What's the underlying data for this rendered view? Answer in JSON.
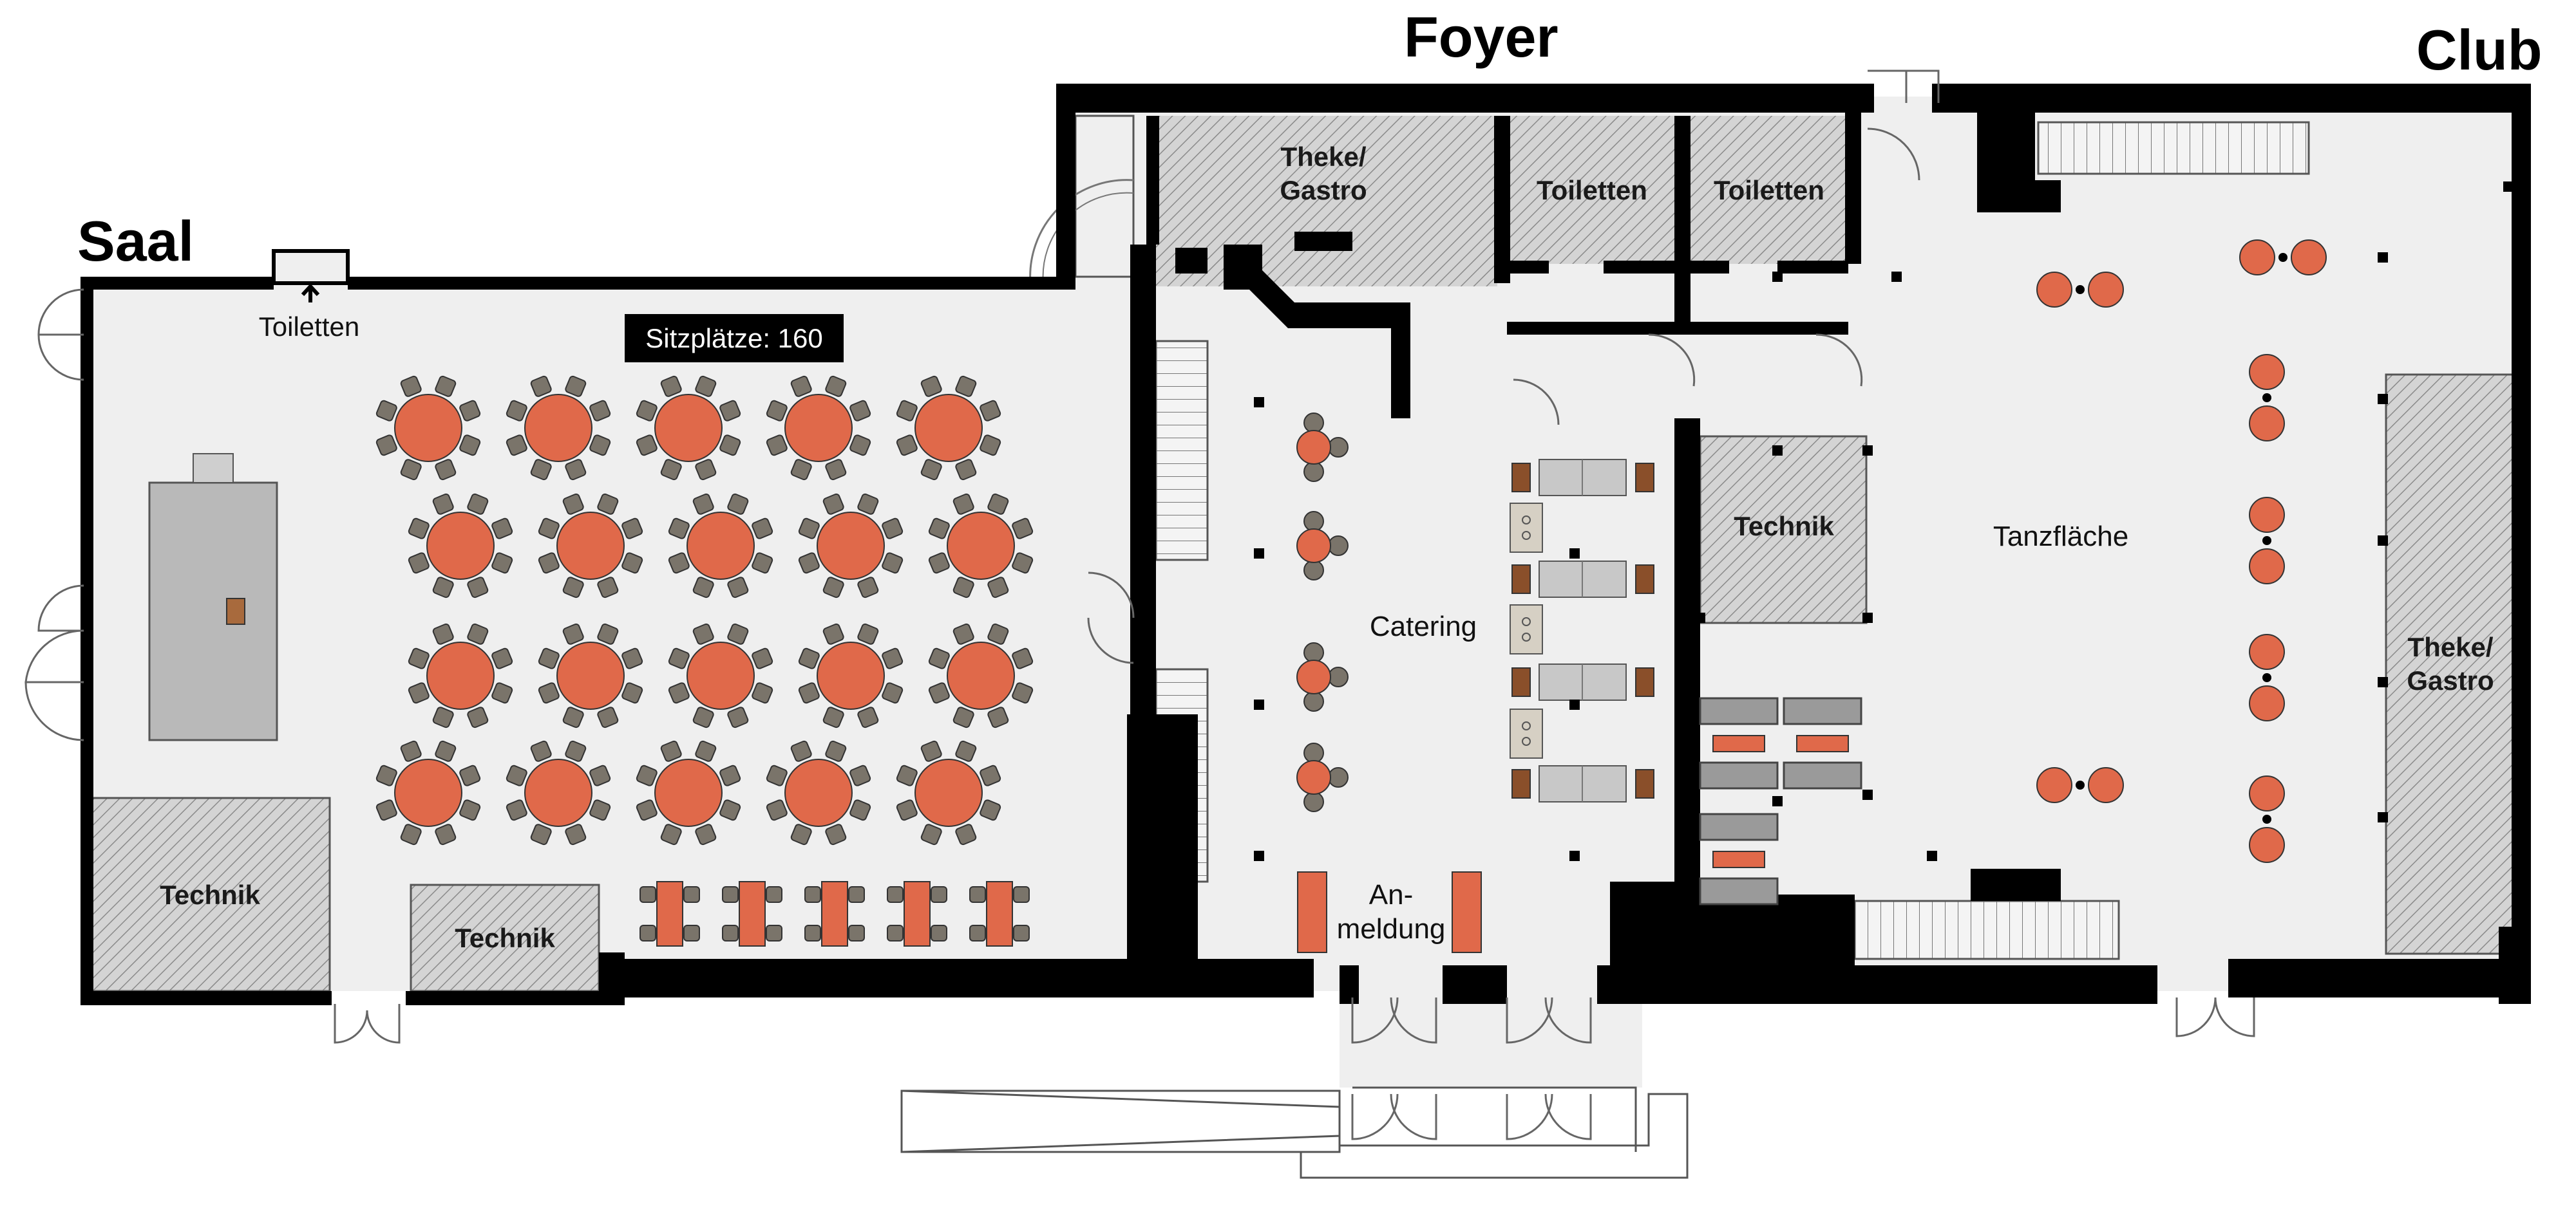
{
  "titles": {
    "saal": "Saal",
    "foyer": "Foyer",
    "club": "Club"
  },
  "labels": {
    "toiletten_saal": "Toiletten",
    "toiletten_1": "Toiletten",
    "toiletten_2": "Toiletten",
    "theke_gastro_foyer": [
      "Theke/",
      "Gastro"
    ],
    "theke_gastro_club": [
      "Theke/",
      "Gastro"
    ],
    "technik_saal_1": "Technik",
    "technik_saal_2": "Technik",
    "technik_club": "Technik",
    "catering": "Catering",
    "anmeldung": [
      "An-",
      "meldung"
    ],
    "tanzflaeche": "Tanzfläche",
    "sitzplaetze": "Sitzplätze: 160"
  },
  "colors": {
    "wall": "#000000",
    "floor": "#efefef",
    "table": "#e0694a",
    "chair": "#7a746a",
    "hatch": "#cfcfcf",
    "stage": "#b9b9b9",
    "sofa": "#9a9a9a"
  },
  "saal_tables": {
    "rows": 4,
    "per_row": [
      5,
      5,
      5,
      5
    ],
    "chairs_per_table": 8
  }
}
